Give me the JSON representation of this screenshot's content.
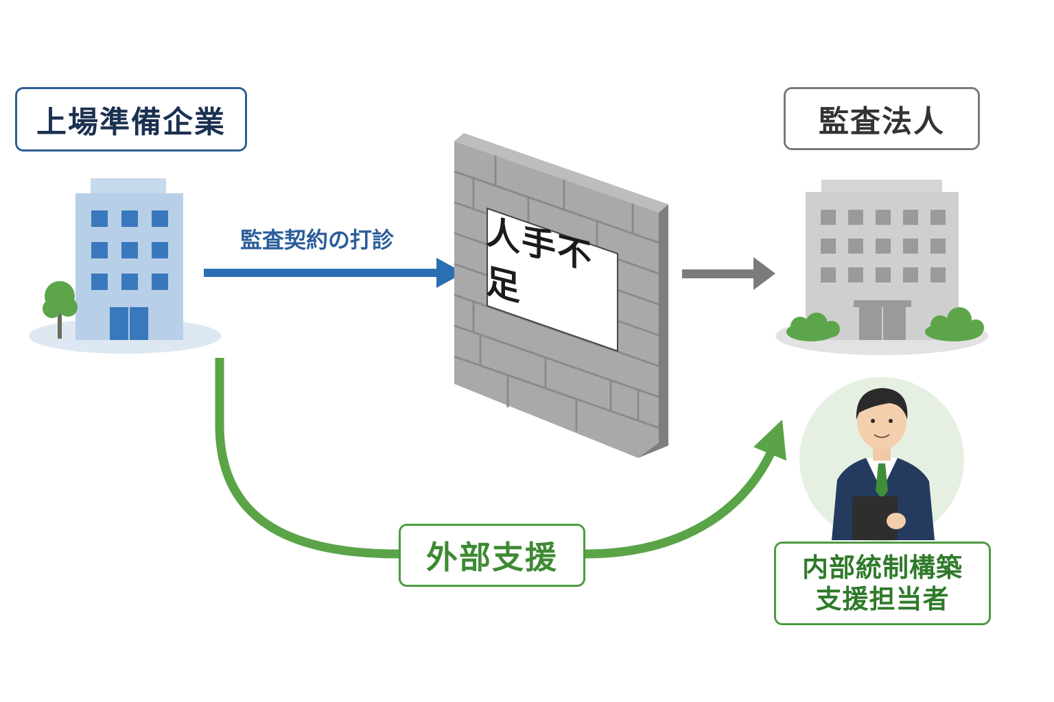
{
  "labels": {
    "company": "上場準備企業",
    "audit_firm": "監査法人",
    "offer_arrow": "監査契約の打診",
    "wall_sign": "人手不足",
    "support": "外部支援",
    "staff_line1": "内部統制構築",
    "staff_line2": "支援担当者"
  },
  "colors": {
    "blue_accent": "#2a6fb4",
    "green_accent": "#5aa347",
    "gray": "#7b7b7b"
  },
  "icons": [
    "company-building-icon",
    "tree-icon",
    "brick-wall-icon",
    "audit-building-icon",
    "person-icon"
  ]
}
